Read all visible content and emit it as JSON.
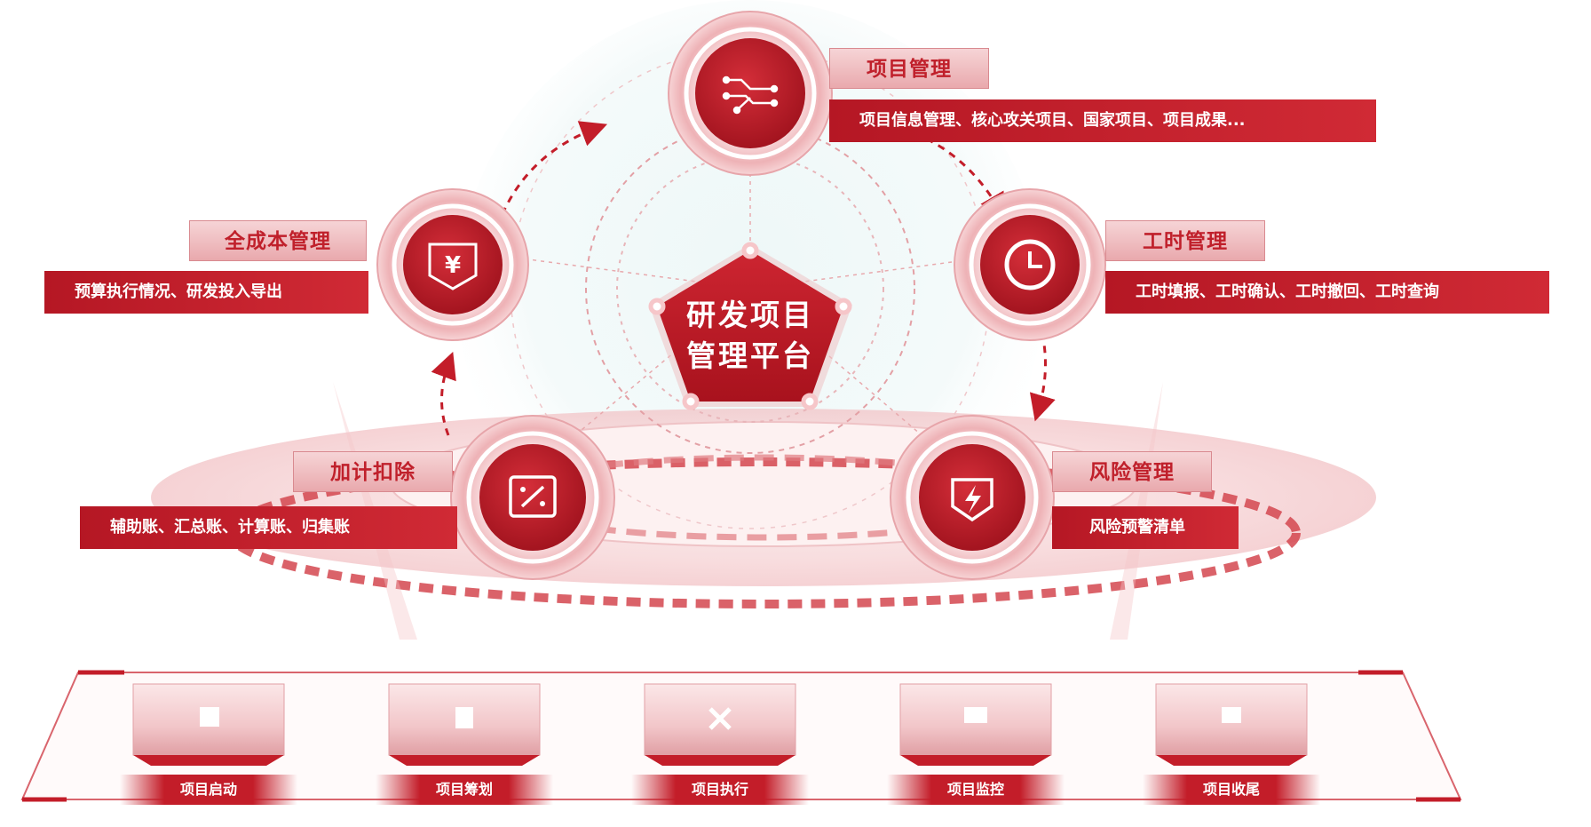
{
  "center": {
    "line1": "研发项目",
    "line2": "管理平台"
  },
  "modules": {
    "project": {
      "title": "项目管理",
      "desc": "项目信息管理、核心攻关项目、国家项目、项目成果...",
      "icon": "circuit-icon"
    },
    "hours": {
      "title": "工时管理",
      "desc": "工时填报、工时确认、工时撤回、工时查询",
      "icon": "clock-icon"
    },
    "risk": {
      "title": "风险管理",
      "desc": "风险预警清单",
      "icon": "lightning-shield-icon"
    },
    "deduct": {
      "title": "加计扣除",
      "desc": "辅助账、汇总账、计算账、归集账",
      "icon": "percent-icon"
    },
    "cost": {
      "title": "全成本管理",
      "desc": "预算执行情况、研发投入导出",
      "icon": "yuan-icon"
    }
  },
  "stages": [
    {
      "label": "项目启动",
      "icon": "printer-icon"
    },
    {
      "label": "项目筹划",
      "icon": "document-icon"
    },
    {
      "label": "项目执行",
      "icon": "tools-icon"
    },
    {
      "label": "项目监控",
      "icon": "monitor-icon"
    },
    {
      "label": "项目收尾",
      "icon": "flag-icon"
    }
  ],
  "colors": {
    "primary": "#c31d29",
    "dark": "#a3141f",
    "light": "#f3c6c9"
  }
}
